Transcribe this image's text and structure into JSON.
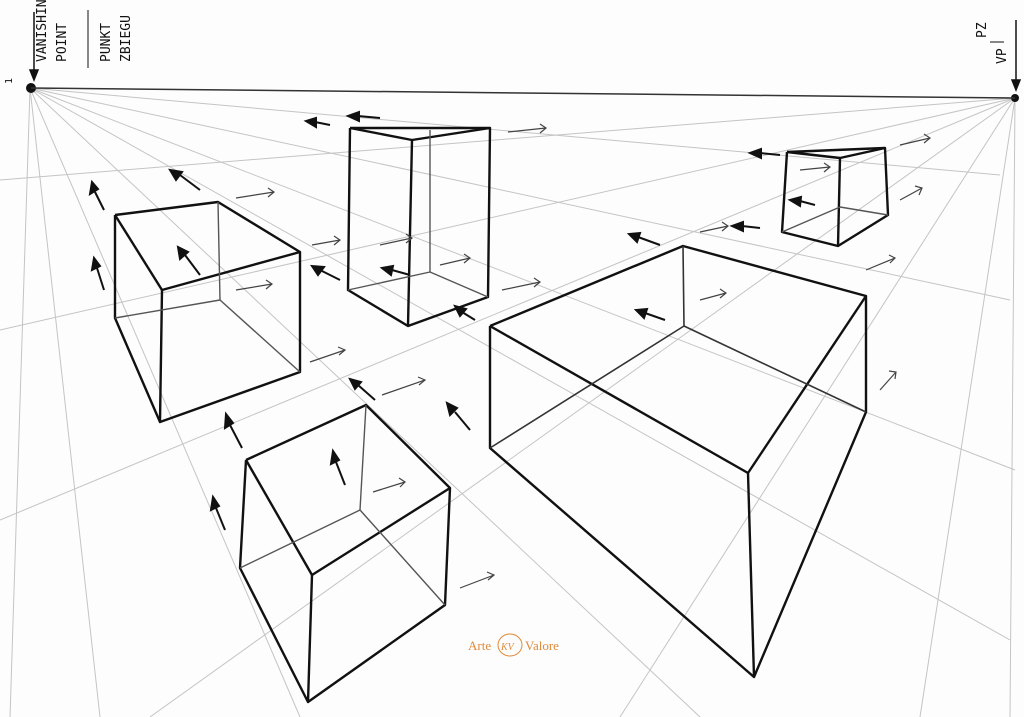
{
  "labels": {
    "left_vp_line1": "VANISHING",
    "left_vp_line2": "POINT",
    "left_vp_pl_line1": "PUNKT",
    "left_vp_pl_line2": "ZBIEGU",
    "right_vp_top": "PZ",
    "right_vp_bottom": "VP",
    "left_edge_mark": "1"
  },
  "watermark": {
    "left": "Arte",
    "monogram": "KV",
    "right": "Valore",
    "color": "#e08a3a"
  },
  "colors": {
    "ink": "#111111",
    "pencil": "#bdbdbd",
    "paper": "#fdfdfd"
  }
}
